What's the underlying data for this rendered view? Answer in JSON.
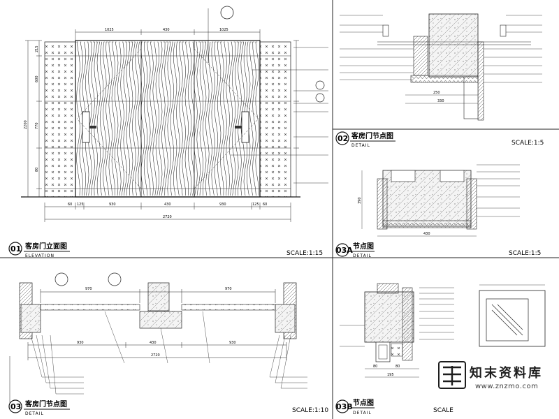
{
  "panels": {
    "p01": {
      "num": "01",
      "title": "客房门立面图",
      "sub": "ELEVATION",
      "scale": "SCALE:1:15"
    },
    "p02": {
      "num": "02",
      "title": "客房门节点图",
      "sub": "DETAIL",
      "scale": "SCALE:1:5"
    },
    "p03a": {
      "num": "03A",
      "title": "节点图",
      "sub": "DETAIL",
      "scale": "SCALE:1:5"
    },
    "p03": {
      "num": "03",
      "title": "客房门节点图",
      "sub": "DETAIL",
      "scale": "SCALE:1:10"
    },
    "p03b": {
      "num": "03B",
      "title": "节点图",
      "sub": "DETAIL",
      "scale": "SCALE"
    }
  },
  "dims": {
    "elev_top": [
      "1025",
      "430",
      "1025"
    ],
    "elev_bottom": [
      "60",
      "125",
      "930",
      "430",
      "930",
      "125",
      "60"
    ],
    "elev_total": "2720",
    "elev_height": "2200",
    "elev_left_inner": [
      "215",
      "600",
      "770",
      "80"
    ],
    "plan_top": [
      "970",
      "970"
    ],
    "plan_bottom": [
      "930",
      "430",
      "930"
    ],
    "plan_total": "2720",
    "d02_bottom": [
      "250",
      "330"
    ],
    "d03a_width": "430",
    "d03a_height": "390",
    "d03b_bottom": [
      "80",
      "80",
      "195"
    ]
  },
  "watermark": {
    "brand": "知末资料库",
    "url": "www.znzmo.com"
  }
}
